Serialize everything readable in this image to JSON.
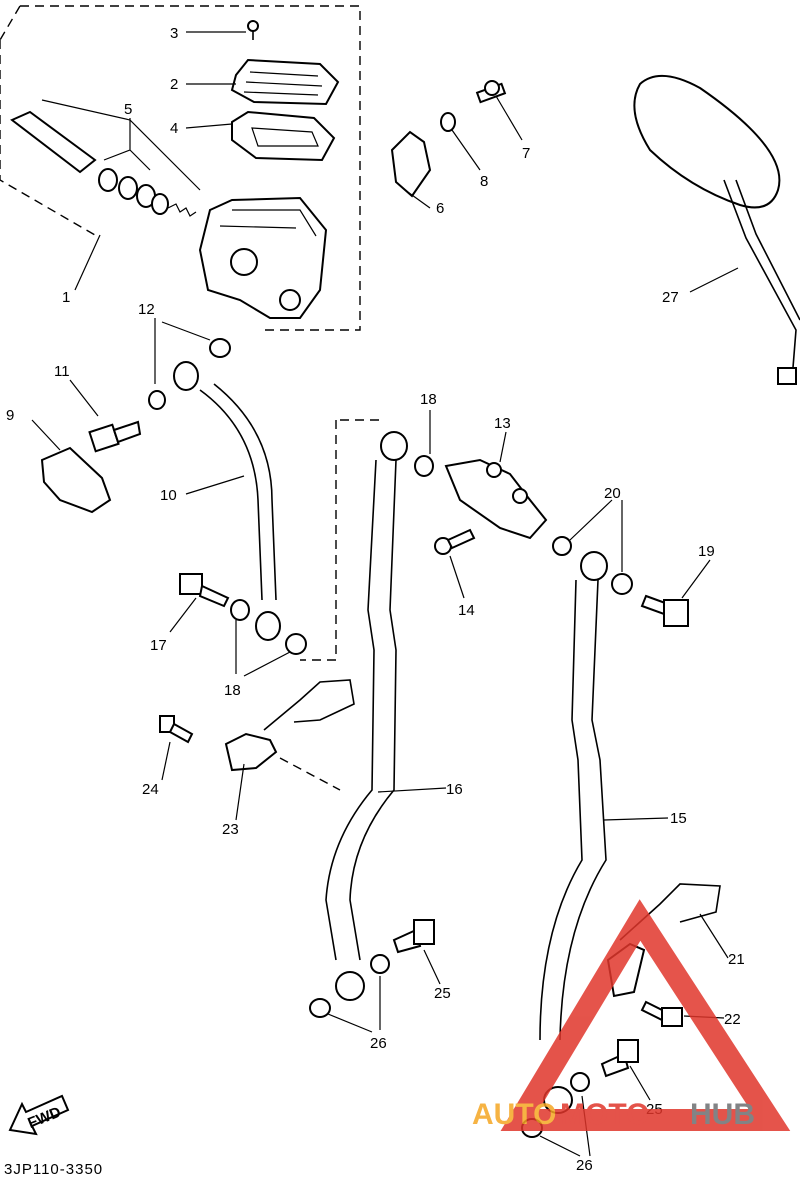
{
  "diagram_code": "3JP110-3350",
  "fwd_label": "FWD",
  "watermark": {
    "text_a": "AUTO",
    "text_b": "MOTO",
    "text_c": "HUB",
    "color_red": "#e0362b",
    "color_orange": "#f5a623",
    "color_gray": "#6d6e70"
  },
  "callouts": {
    "c1": "1",
    "c2": "2",
    "c3": "3",
    "c4": "4",
    "c5": "5",
    "c6": "6",
    "c7": "7",
    "c8": "8",
    "c9": "9",
    "c10": "10",
    "c11": "11",
    "c12": "12",
    "c13": "13",
    "c14": "14",
    "c15": "15",
    "c16": "16",
    "c17": "17",
    "c18a": "18",
    "c18b": "18",
    "c19": "19",
    "c20": "20",
    "c21": "21",
    "c22": "22",
    "c23": "23",
    "c24": "24",
    "c25a": "25",
    "c25b": "25",
    "c26a": "26",
    "c26b": "26",
    "c27": "27"
  }
}
